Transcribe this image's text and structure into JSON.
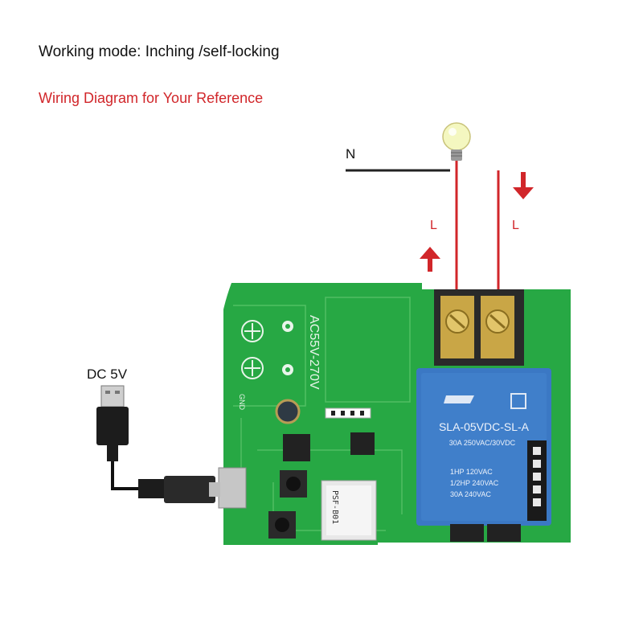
{
  "header": {
    "mode_text": "Working mode: Inching /self-locking",
    "reference_text": "Wiring Diagram for Your Reference"
  },
  "labels": {
    "neutral": "N",
    "live_in": "L",
    "live_out": "L",
    "power": "DC 5V"
  },
  "board": {
    "voltage_range": "AC55V-270V",
    "relay_model": "SLA-05VDC-SL-A",
    "relay_ratings": [
      "30A 250VAC/30VDC",
      "1HP 120VAC",
      "1/2HP 240VAC",
      "30A 240VAC"
    ],
    "module_text": "PSF-B01",
    "gnd_label": "GND"
  },
  "colors": {
    "wire_live": "#d1262a",
    "wire_neutral": "#222222",
    "pcb": "#27a844",
    "relay": "#3b78c4"
  },
  "icons": [
    "light-bulb-icon",
    "arrow-up-icon",
    "arrow-down-icon",
    "usb-plug-icon"
  ]
}
